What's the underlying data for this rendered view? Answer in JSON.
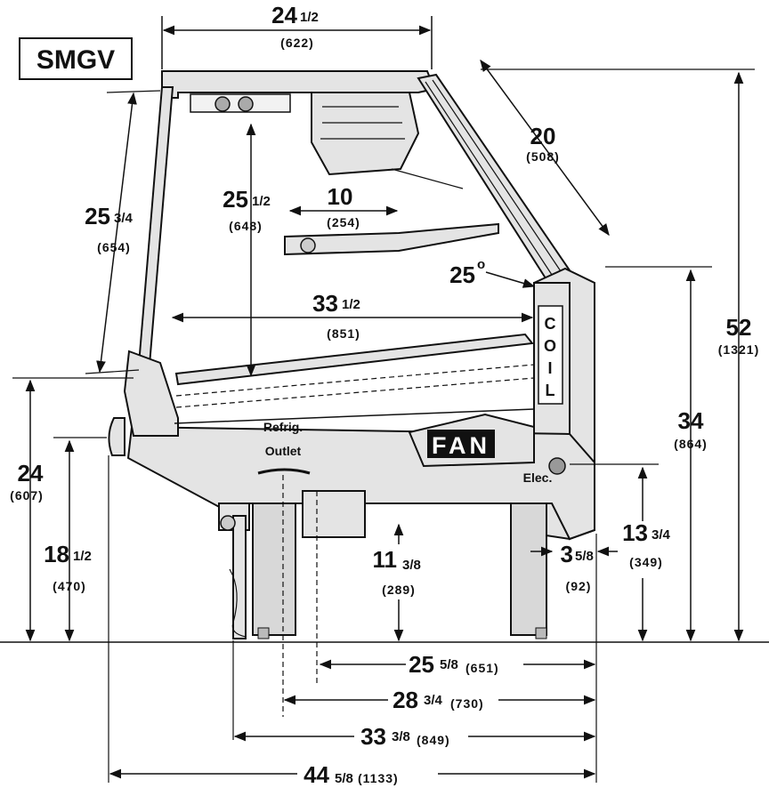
{
  "model": "SMGV",
  "labels": {
    "fan": "FAN",
    "coil": [
      "C",
      "O",
      "I",
      "L"
    ],
    "refrig": "Refrig.",
    "outlet": "Outlet",
    "elec": "Elec."
  },
  "dimensions": {
    "top_width": {
      "whole": "24",
      "frac": "1/2",
      "mm": "(622)"
    },
    "glass": {
      "whole": "20",
      "frac": "",
      "mm": "(508)"
    },
    "left_glass": {
      "whole": "25",
      "frac": "3/4",
      "mm": "(654)"
    },
    "inner_height": {
      "whole": "25",
      "frac": "1/2",
      "mm": "(648)"
    },
    "shelf": {
      "whole": "10",
      "frac": "",
      "mm": "(254)"
    },
    "angle": {
      "whole": "25",
      "frac": "o",
      "mm": ""
    },
    "deck_depth": {
      "whole": "33",
      "frac": "1/2",
      "mm": "(851)"
    },
    "total_height": {
      "whole": "52",
      "frac": "",
      "mm": "(1321)"
    },
    "rear_height": {
      "whole": "34",
      "frac": "",
      "mm": "(864)"
    },
    "front_24": {
      "whole": "24",
      "frac": "",
      "mm": "(607)"
    },
    "front_18": {
      "whole": "18",
      "frac": "1/2",
      "mm": "(470)"
    },
    "refrig_height": {
      "whole": "11",
      "frac": "3/8",
      "mm": "(289)"
    },
    "rear_offset": {
      "whole": "3",
      "frac": "5/8",
      "mm": "(92)"
    },
    "elec_height": {
      "whole": "13",
      "frac": "3/4",
      "mm": "(349)"
    },
    "base_a": {
      "whole": "25",
      "frac": "5/8",
      "mm": "(651)"
    },
    "base_b": {
      "whole": "28",
      "frac": "3/4",
      "mm": "(730)"
    },
    "base_c": {
      "whole": "33",
      "frac": "3/8",
      "mm": "(849)"
    },
    "base_d": {
      "whole": "44",
      "frac": "5/8",
      "mm": "(1133)"
    }
  }
}
